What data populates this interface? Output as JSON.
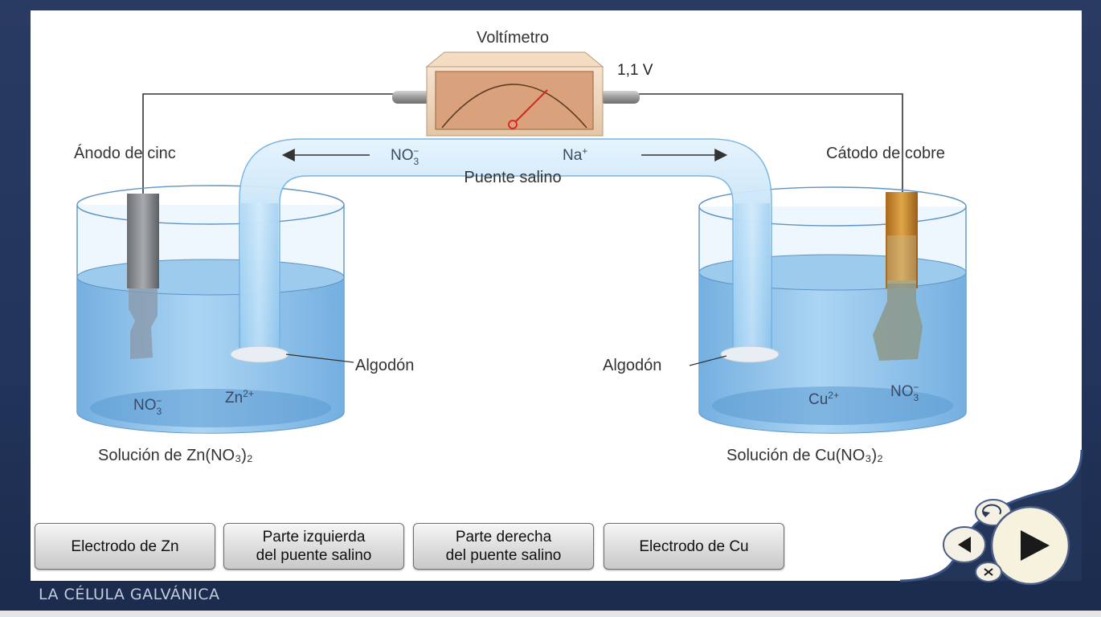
{
  "diagram": {
    "title": "Voltímetro",
    "voltage": "1,1 V",
    "anode_label": "Ánodo de cinc",
    "cathode_label": "Cátodo de cobre",
    "salt_bridge_label": "Puente salino",
    "bridge_anion": "NO",
    "bridge_anion_sub": "3",
    "bridge_anion_sup": "−",
    "bridge_cation": "Na",
    "bridge_cation_sup": "+",
    "cotton_left": "Algodón",
    "cotton_right": "Algodón",
    "left_anion": "NO",
    "left_anion_sub": "3",
    "left_anion_sup": "−",
    "left_cation": "Zn",
    "left_cation_sup": "2+",
    "right_cation": "Cu",
    "right_cation_sup": "2+",
    "right_anion": "NO",
    "right_anion_sub": "3",
    "right_anion_sup": "−",
    "left_solution": "Solución de Zn(NO₃)₂",
    "right_solution": "Solución de Cu(NO₃)₂",
    "colors": {
      "solution": "#7db8e6",
      "bridge": "#bfe0f7",
      "zinc": "#8a8d92",
      "copper": "#c98a2e",
      "meter_face": "#d9a27c",
      "needle": "#e02020"
    }
  },
  "buttons": [
    {
      "label": "Electrodo de Zn"
    },
    {
      "label": "Parte izquierda\ndel puente salino"
    },
    {
      "label": "Parte derecha\ndel puente salino"
    },
    {
      "label": "Electrodo de Cu"
    }
  ],
  "footer": {
    "title": "LA CÉLULA GALVÁNICA"
  },
  "nav": {
    "replay_icon": "replay-icon",
    "back_icon": "back-arrow-icon",
    "play_icon": "play-icon",
    "close_icon": "close-icon"
  }
}
